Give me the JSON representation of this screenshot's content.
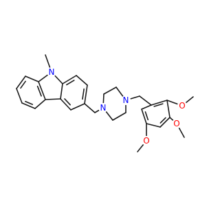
{
  "structure": {
    "atom_labels": [
      {
        "id": "n-carbazole",
        "text": "N",
        "color": "#0000ff"
      },
      {
        "id": "n-piperazine-1",
        "text": "N",
        "color": "#0000ff"
      },
      {
        "id": "n-piperazine-2",
        "text": "N",
        "color": "#0000ff"
      },
      {
        "id": "o-methoxy-top",
        "text": "O",
        "color": "#ff0000"
      },
      {
        "id": "o-methoxy-middle",
        "text": "O",
        "color": "#ff0000"
      },
      {
        "id": "o-methoxy-bottom",
        "text": "O",
        "color": "#ff0000"
      }
    ]
  }
}
